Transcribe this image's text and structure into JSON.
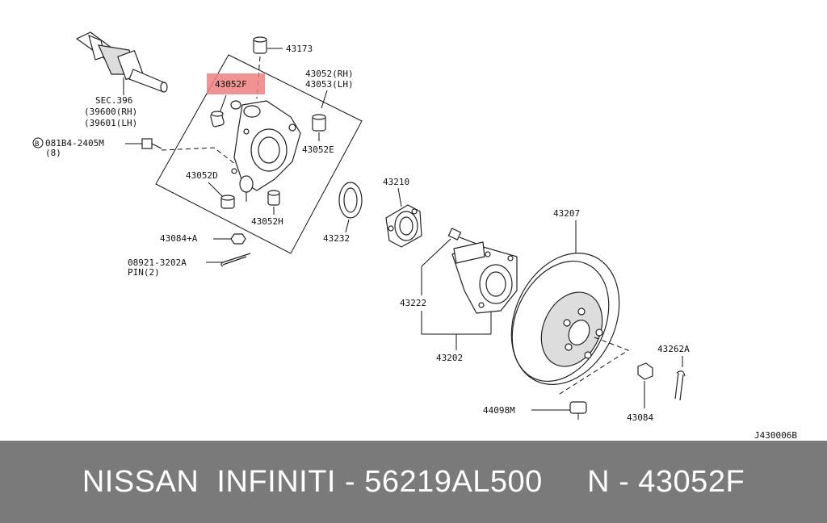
{
  "diagram": {
    "labels": {
      "sec_396": "SEC.396",
      "p39600": "(39600(RH)",
      "p39601": "(39601(LH)",
      "bolt_081b4": "081B4-2405M",
      "bolt_qty": "(8)",
      "circle_b": "B",
      "p43173": "43173",
      "p43052f": "43052F",
      "p43052rh": "43052(RH)",
      "p43053lh": "43053(LH)",
      "p43052e": "43052E",
      "p43052d": "43052D",
      "p43052h": "43052H",
      "p43084a": "43084+A",
      "p08921": "08921-3202A",
      "pin2": "PIN(2)",
      "p43232": "43232",
      "p43210": "43210",
      "p43222": "43222",
      "p43202": "43202",
      "p43207": "43207",
      "p43262a": "43262A",
      "p43084": "43084",
      "p44098m": "44098M",
      "ref": "J430006B"
    },
    "highlight_color": "#f08080"
  },
  "footer": {
    "text": "NISSAN  INFINITI - 56219AL500     N - 43052F",
    "bg_color": "#7a7a7a"
  }
}
